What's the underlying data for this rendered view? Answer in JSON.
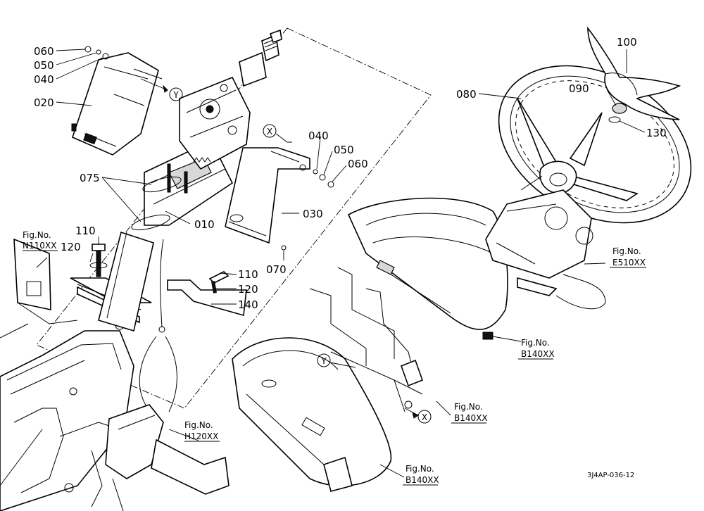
{
  "labels": {
    "p060a": "060",
    "p050a": "050",
    "p040a": "040",
    "p020": "020",
    "p075": "075",
    "p010": "010",
    "p110a": "110",
    "p120a": "120",
    "p040b": "040",
    "p050b": "050",
    "p060b": "060",
    "p030": "030",
    "p070": "070",
    "p110b": "110",
    "p120b": "120",
    "p140": "140",
    "p100": "100",
    "p090": "090",
    "p080": "080",
    "p130": "130"
  },
  "figrefs": {
    "fig_prefix": "Fig.No.",
    "n110": "N110XX",
    "h120": "H120XX",
    "e510": "E510XX",
    "b140a": "B140XX",
    "b140b": "B140XX",
    "b140c": "B140XX"
  },
  "markers": {
    "x1": "X",
    "x2": "X",
    "y1": "Y",
    "y2": "Y"
  },
  "drawing_code": "3J4AP-036-12"
}
